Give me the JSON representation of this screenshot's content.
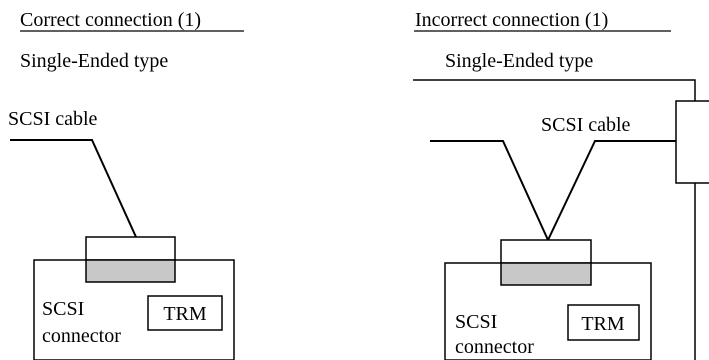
{
  "left": {
    "title": "Correct connection (1)",
    "subtitle": "Single-Ended type",
    "cable_label": "SCSI cable",
    "connector_label_line1": "SCSI",
    "connector_label_line2": "connector",
    "trm_label": "TRM"
  },
  "right": {
    "title": "Incorrect connection (1)",
    "subtitle": "Single-Ended type",
    "cable_label": "SCSI cable",
    "connector_label_line1": "SCSI",
    "connector_label_line2": "connector",
    "trm_label": "TRM"
  },
  "colors": {
    "line": "#000000",
    "plug_fill": "#c8c8c8",
    "background": "#ffffff"
  }
}
